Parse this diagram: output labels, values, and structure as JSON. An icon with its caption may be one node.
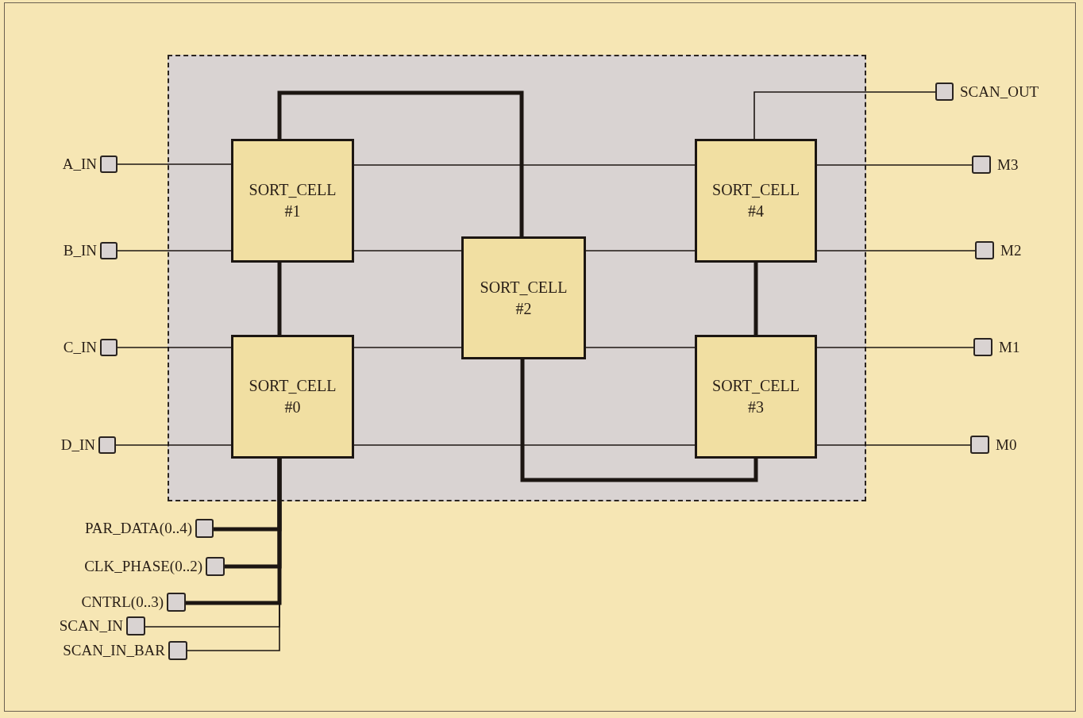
{
  "diagram": {
    "nodes": [
      {
        "text": [],
        "shape": "box"
      },
      {
        "text": [
          "SORT_CELL #1"
        ],
        "in": 0
      },
      {
        "text": [
          "SORT_CELL #4"
        ],
        "in": 0
      },
      {
        "text": [
          "SORT_CELL #2"
        ],
        "in": 0
      },
      {
        "text": [
          "SORT_CELL #0"
        ],
        "in": 0
      },
      {
        "text": [
          "SORT_CELL #3"
        ],
        "in": 0
      },
      {
        "text": [],
        "shape": "box",
        "beside": [
          "SCAN_OUT"
        ]
      },
      {
        "text": [],
        "shape": "box",
        "beside": [
          "A_IN"
        ]
      },
      {
        "text": [],
        "shape": "box",
        "beside": [
          "M3"
        ]
      },
      {
        "text": [],
        "shape": "box",
        "beside": [
          "B_IN"
        ]
      },
      {
        "text": [],
        "shape": "box",
        "beside": [
          "M2"
        ]
      },
      {
        "text": [],
        "shape": "box",
        "beside": [
          "C_IN"
        ]
      },
      {
        "text": [],
        "shape": "box",
        "beside": [
          "M1"
        ]
      },
      {
        "text": [],
        "shape": "box",
        "beside": [
          "D_IN"
        ]
      },
      {
        "text": [],
        "shape": "box",
        "beside": [
          "M0"
        ]
      },
      {
        "text": [],
        "shape": "box",
        "beside": [
          "PAR_DATA(0..4)"
        ]
      },
      {
        "text": [],
        "shape": "box",
        "beside": [
          "CLK_PHASE(0..2)"
        ]
      },
      {
        "text": [],
        "shape": "box",
        "beside": [
          "CNTRL(0..3)"
        ]
      },
      {
        "text": [],
        "shape": "box",
        "beside": [
          "SCAN_IN"
        ]
      },
      {
        "text": [],
        "shape": "box",
        "beside": [
          "SCAN_IN_BAR"
        ]
      }
    ],
    "edges": [
      {
        "from": 7,
        "to": 1,
        "arrow": "none"
      },
      {
        "from": 9,
        "to": 1,
        "arrow": "none"
      },
      {
        "from": 11,
        "to": 4,
        "arrow": "none"
      },
      {
        "from": 13,
        "to": 4,
        "arrow": "none"
      },
      {
        "from": 1,
        "to": 2,
        "arrow": "none"
      },
      {
        "from": 1,
        "to": 3,
        "arrow": "none"
      },
      {
        "from": 4,
        "to": 3,
        "arrow": "none"
      },
      {
        "from": 4,
        "to": 5,
        "arrow": "none"
      },
      {
        "from": 3,
        "to": 2,
        "arrow": "none"
      },
      {
        "from": 3,
        "to": 5,
        "arrow": "none"
      },
      {
        "from": 2,
        "to": 8,
        "arrow": "none"
      },
      {
        "from": 2,
        "to": 10,
        "arrow": "none"
      },
      {
        "from": 5,
        "to": 12,
        "arrow": "none"
      },
      {
        "from": 5,
        "to": 14,
        "arrow": "none"
      },
      {
        "from": 2,
        "to": 6,
        "arrow": "none"
      },
      {
        "from": 1,
        "to": 3,
        "arrow": "none",
        "style": "thick"
      },
      {
        "from": 1,
        "to": 4,
        "arrow": "none",
        "style": "thick"
      },
      {
        "from": 2,
        "to": 5,
        "arrow": "none",
        "style": "thick"
      },
      {
        "from": 3,
        "to": 5,
        "arrow": "none",
        "style": "thick"
      },
      {
        "from": 15,
        "to": 4,
        "arrow": "none",
        "style": "thick"
      },
      {
        "from": 16,
        "to": 4,
        "arrow": "none",
        "style": "thick"
      },
      {
        "from": 17,
        "to": 4,
        "arrow": "none",
        "style": "thick"
      },
      {
        "from": 18,
        "to": 4,
        "arrow": "none"
      },
      {
        "from": 19,
        "to": 4,
        "arrow": "none"
      }
    ]
  }
}
